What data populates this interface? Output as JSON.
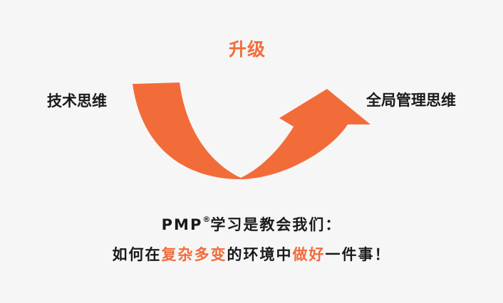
{
  "diagram": {
    "upgrade_label": "升级",
    "from_label": "技术思维",
    "to_label": "全局管理思维",
    "accent_color": "#f26c3a",
    "arrow_icon": "curved-up-arrow-icon"
  },
  "caption": {
    "line1_prefix": "PMP",
    "line1_sup": "®",
    "line1_suffix": "学习是教会我们：",
    "line2_part1": "如何在",
    "line2_highlight1": "复杂多变",
    "line2_part2": "的环境中",
    "line2_highlight2": "做好",
    "line2_part3": "一件事！"
  }
}
